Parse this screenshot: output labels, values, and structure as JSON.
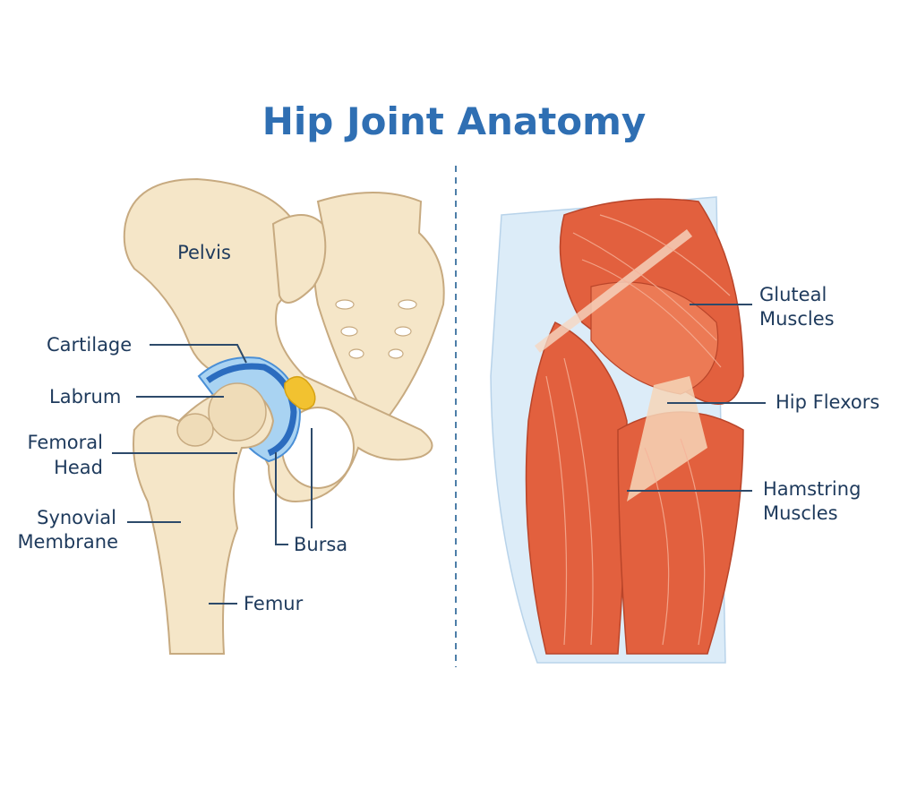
{
  "title": "Hip Joint Anatomy",
  "left_panel": {
    "labels": {
      "pelvis": "Pelvis",
      "cartilage": "Cartilage",
      "labrum": "Labrum",
      "femoral_head_1": "Femoral",
      "femoral_head_2": "Head",
      "synovial_1": "Synovial",
      "synovial_2": "Membrane",
      "bursa": "Bursa",
      "femur": "Femur"
    }
  },
  "right_panel": {
    "labels": {
      "gluteal_1": "Gluteal",
      "gluteal_2": "Muscles",
      "hip_flexors": "Hip Flexors",
      "hamstring_1": "Hamstring",
      "hamstring_2": "Muscles"
    }
  },
  "colors": {
    "title": "#2f6fb3",
    "label": "#1e3a5c",
    "bone": "#f5e6c8",
    "cartilage": "#4a8fd6",
    "bursa": "#f2c230",
    "muscle": "#e2603e"
  }
}
